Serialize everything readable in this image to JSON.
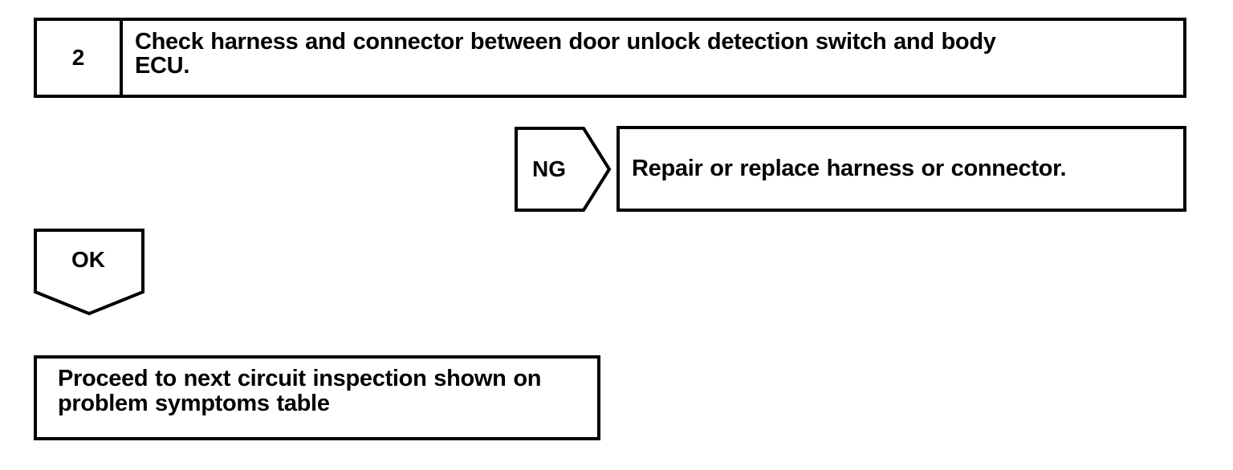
{
  "document": {
    "type": "troubleshooting-flowchart",
    "ink_color": "#000000",
    "paper_color": "#ffffff"
  },
  "step": {
    "number": "2",
    "instruction": "Check harness and connector between door unlock detection switch and body\nECU."
  },
  "branches": {
    "ng": {
      "label": "NG",
      "result": "Repair or replace harness or connector."
    },
    "ok": {
      "label": "OK",
      "result": "Proceed to next circuit inspection shown on\nproblem symptoms table"
    }
  }
}
